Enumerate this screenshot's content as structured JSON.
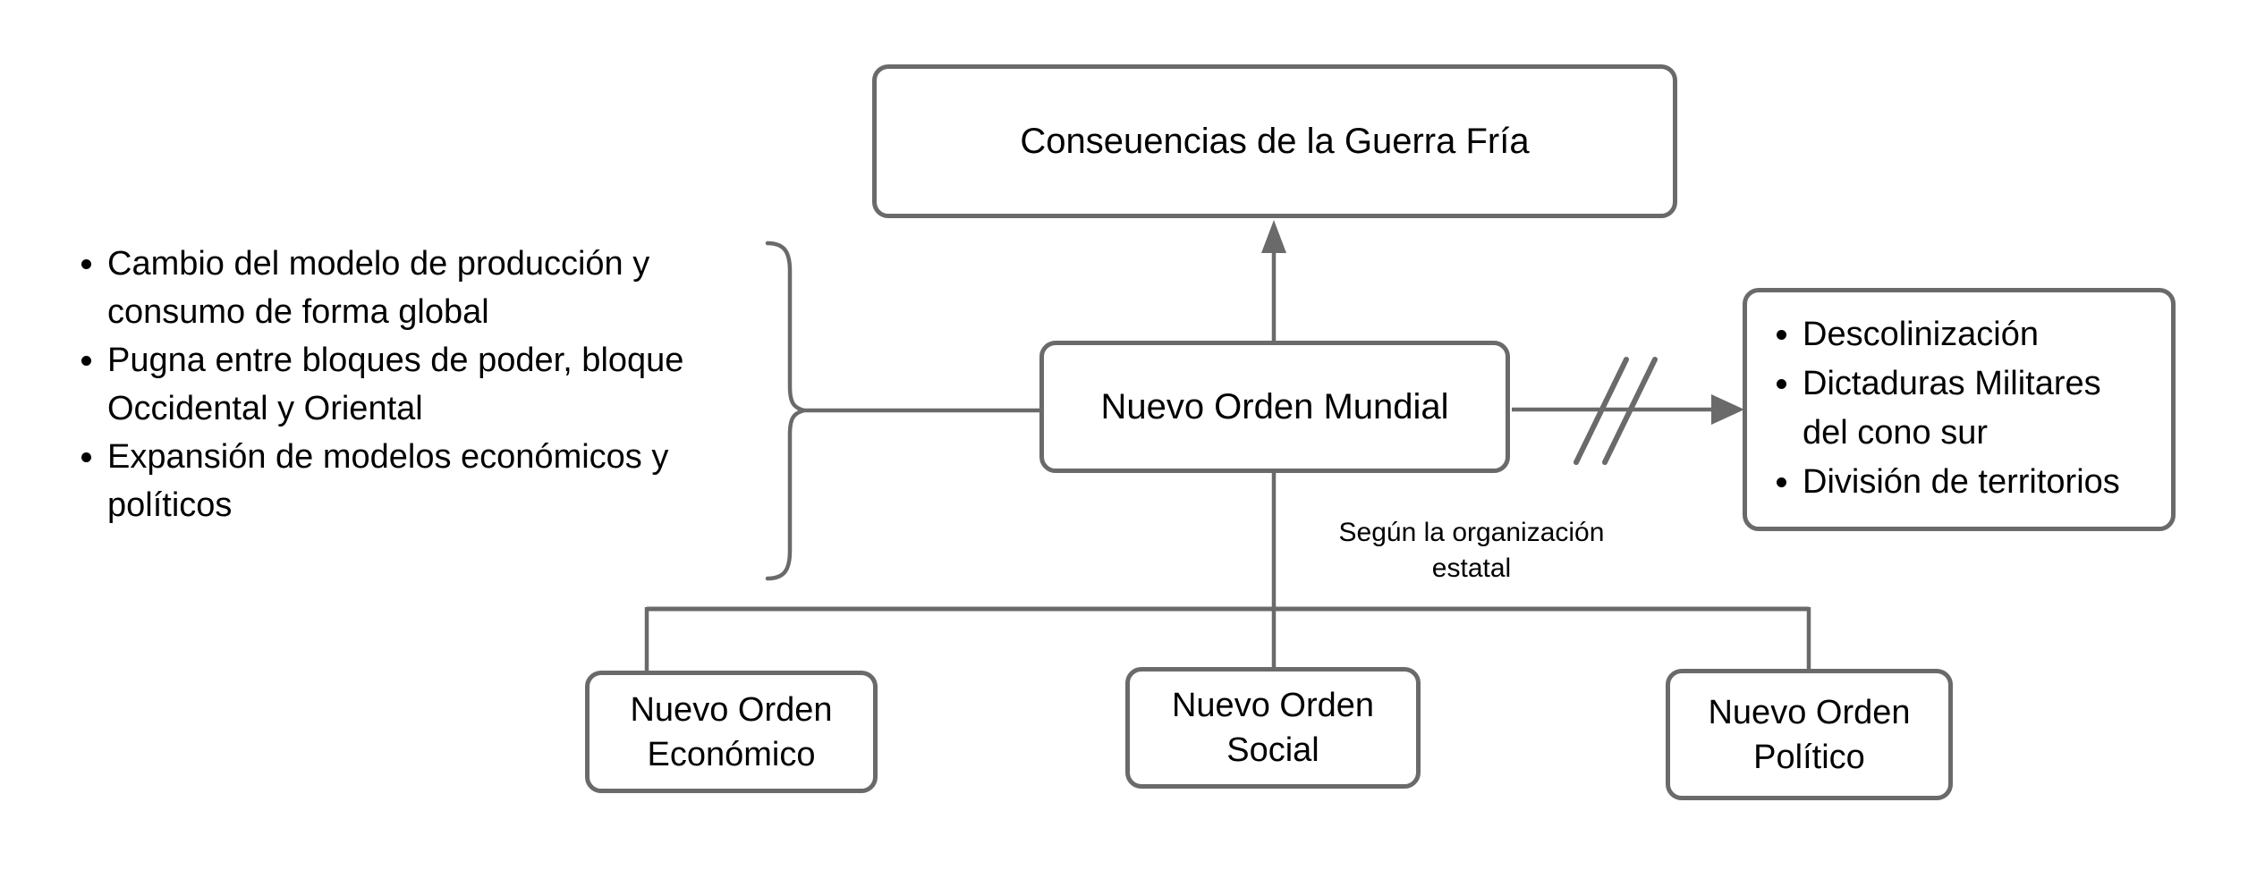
{
  "diagram": {
    "background_color": "#ffffff",
    "line_color": "#6a6a6a",
    "text_color": "#000000",
    "nodes": {
      "title": "Conseuencias de la Guerra Fría",
      "central": "Nuevo Orden Mundial",
      "economic": "Nuevo Orden\nEconómico",
      "social": "Nuevo Orden\nSocial",
      "political": "Nuevo Orden\nPolítico"
    },
    "left_list": {
      "items": [
        "Cambio del modelo de producción y\nconsumo de forma global",
        "Pugna entre bloques de poder, bloque\nOccidental y Oriental",
        "Expansión de modelos económicos y\npolíticos"
      ]
    },
    "right_list": {
      "items": [
        "Descolinización",
        "Dictaduras Militares\ndel cono sur",
        "División de territorios"
      ]
    },
    "branch_label": "Según la organización\nestatal"
  }
}
